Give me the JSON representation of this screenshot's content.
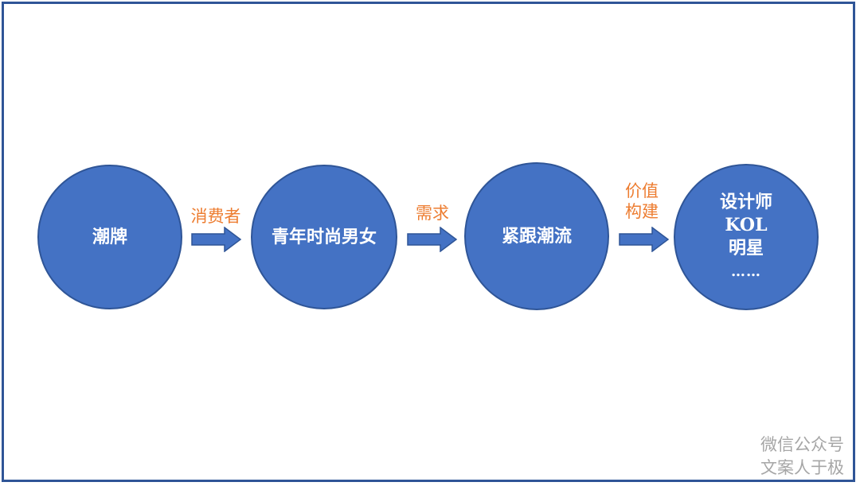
{
  "nodes": [
    {
      "id": "n1",
      "lines": [
        "潮牌"
      ]
    },
    {
      "id": "n2",
      "lines": [
        "青年时尚男女"
      ]
    },
    {
      "id": "n3",
      "lines": [
        "紧跟潮流"
      ]
    },
    {
      "id": "n4",
      "lines": [
        "设计师",
        "KOL",
        "明星",
        "……"
      ]
    }
  ],
  "edges": [
    {
      "from": "n1",
      "to": "n2",
      "label_lines": [
        "消费者"
      ]
    },
    {
      "from": "n2",
      "to": "n3",
      "label_lines": [
        "需求"
      ]
    },
    {
      "from": "n3",
      "to": "n4",
      "label_lines": [
        "价值",
        "构建"
      ]
    }
  ],
  "watermark": {
    "line1": "微信公众号",
    "line2": "文案人于极"
  },
  "colors": {
    "node_fill": "#4472c4",
    "node_border": "#2f5597",
    "arrow_fill": "#4472c4",
    "edge_label": "#ed7d31",
    "frame": "#2f5597",
    "watermark": "#a6a6a6"
  }
}
